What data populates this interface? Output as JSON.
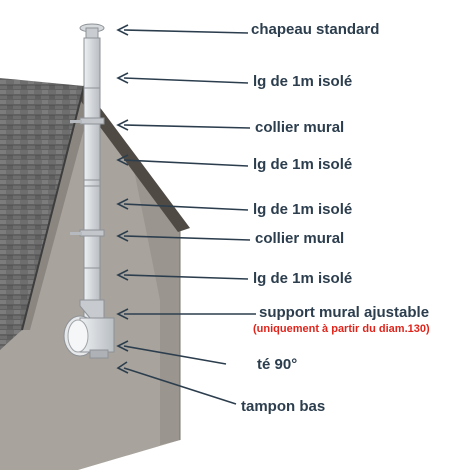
{
  "labels": {
    "chapeau": "chapeau standard",
    "lg1": "lg de 1m isolé",
    "collier1": "collier mural",
    "lg2": "lg de 1m isolé",
    "lg3": "lg de 1m isolé",
    "collier2": "collier mural",
    "lg4": "lg de 1m isolé",
    "support": "support mural ajustable",
    "support_note": "(uniquement à partir du diam.130)",
    "te": "té 90°",
    "tampon": "tampon bas"
  },
  "colors": {
    "label_text": "#2c3e4e",
    "note_text": "#e0241b",
    "wall": "#a9a49d",
    "roof": "#6b6b6b",
    "pipe": "#d6d9dc"
  }
}
